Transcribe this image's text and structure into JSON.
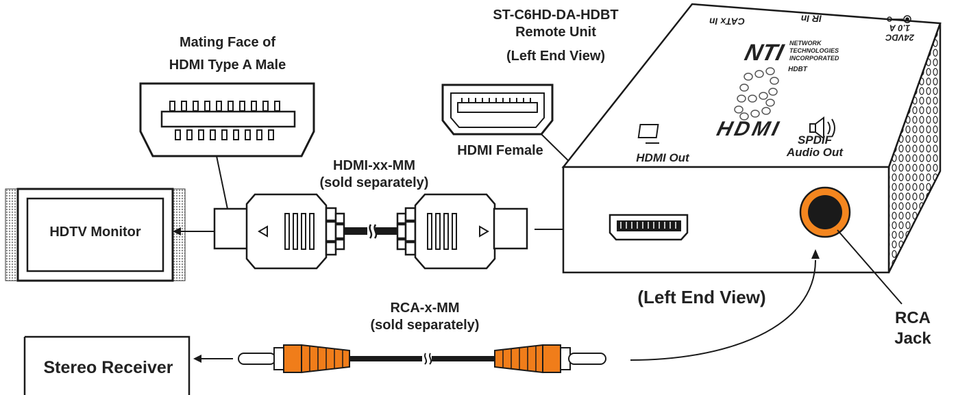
{
  "labels": {
    "mating_face_line1": "Mating Face of",
    "mating_face_line2": "HDMI Type A Male",
    "unit_line1": "ST-C6HD-DA-HDBT",
    "unit_line2": "Remote Unit",
    "unit_line3": "(Left End View)",
    "hdmi_female": "HDMI Female",
    "hdmi_cable_line1": "HDMI-xx-MM",
    "hdmi_cable_line2": "(sold separately)",
    "hdtv_monitor": "HDTV Monitor",
    "left_end_view": "(Left End View)",
    "rca_cable_line1": "RCA-x-MM",
    "rca_cable_line2": "(sold separately)",
    "stereo_receiver": "Stereo Receiver",
    "rca_jack_line1": "RCA",
    "rca_jack_line2": "Jack",
    "hdmi_out": "HDMI Out",
    "spdif_line1": "SPDIF",
    "spdif_line2": "Audio Out",
    "hdmi_logo": "HDMI",
    "catx_in": "CATx In",
    "ir_in": "IR In",
    "power_line1": "24VDC",
    "power_line2": "1.0 A",
    "nti_logo": "NTI",
    "nti_line1": "NETWORK",
    "nti_line2": "TECHNOLOGIES",
    "nti_line3": "INCORPORATED",
    "hdbt": "HDBT"
  },
  "colors": {
    "line": "#1a1a1a",
    "rca_orange": "#f07d1a",
    "rca_jack_ring": "#f4861f",
    "texture": "#9a9a9a"
  }
}
